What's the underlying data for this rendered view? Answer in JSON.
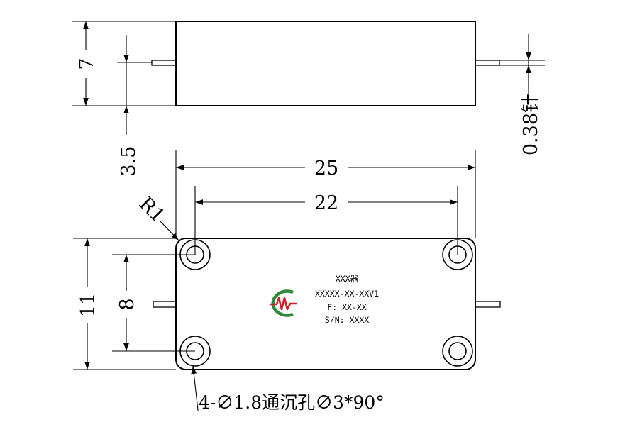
{
  "dimensions": {
    "side_height": "7",
    "pin_offset": "3.5",
    "pin_diameter": "0.38针",
    "overall_length": "25",
    "hole_spacing_x": "22",
    "corner_radius": "R1",
    "overall_width": "11",
    "hole_spacing_y": "8"
  },
  "label": {
    "name": "XXX器",
    "model": "XXXXX-XX-XXV1",
    "freq": "F: XX-XX",
    "serial": "S/N: XXXX"
  },
  "hole_note": "4-∅1.8通沉孔∅3*90°",
  "logo": {
    "arc_color": "#2e8b3a",
    "wave_color": "#d0202a"
  }
}
